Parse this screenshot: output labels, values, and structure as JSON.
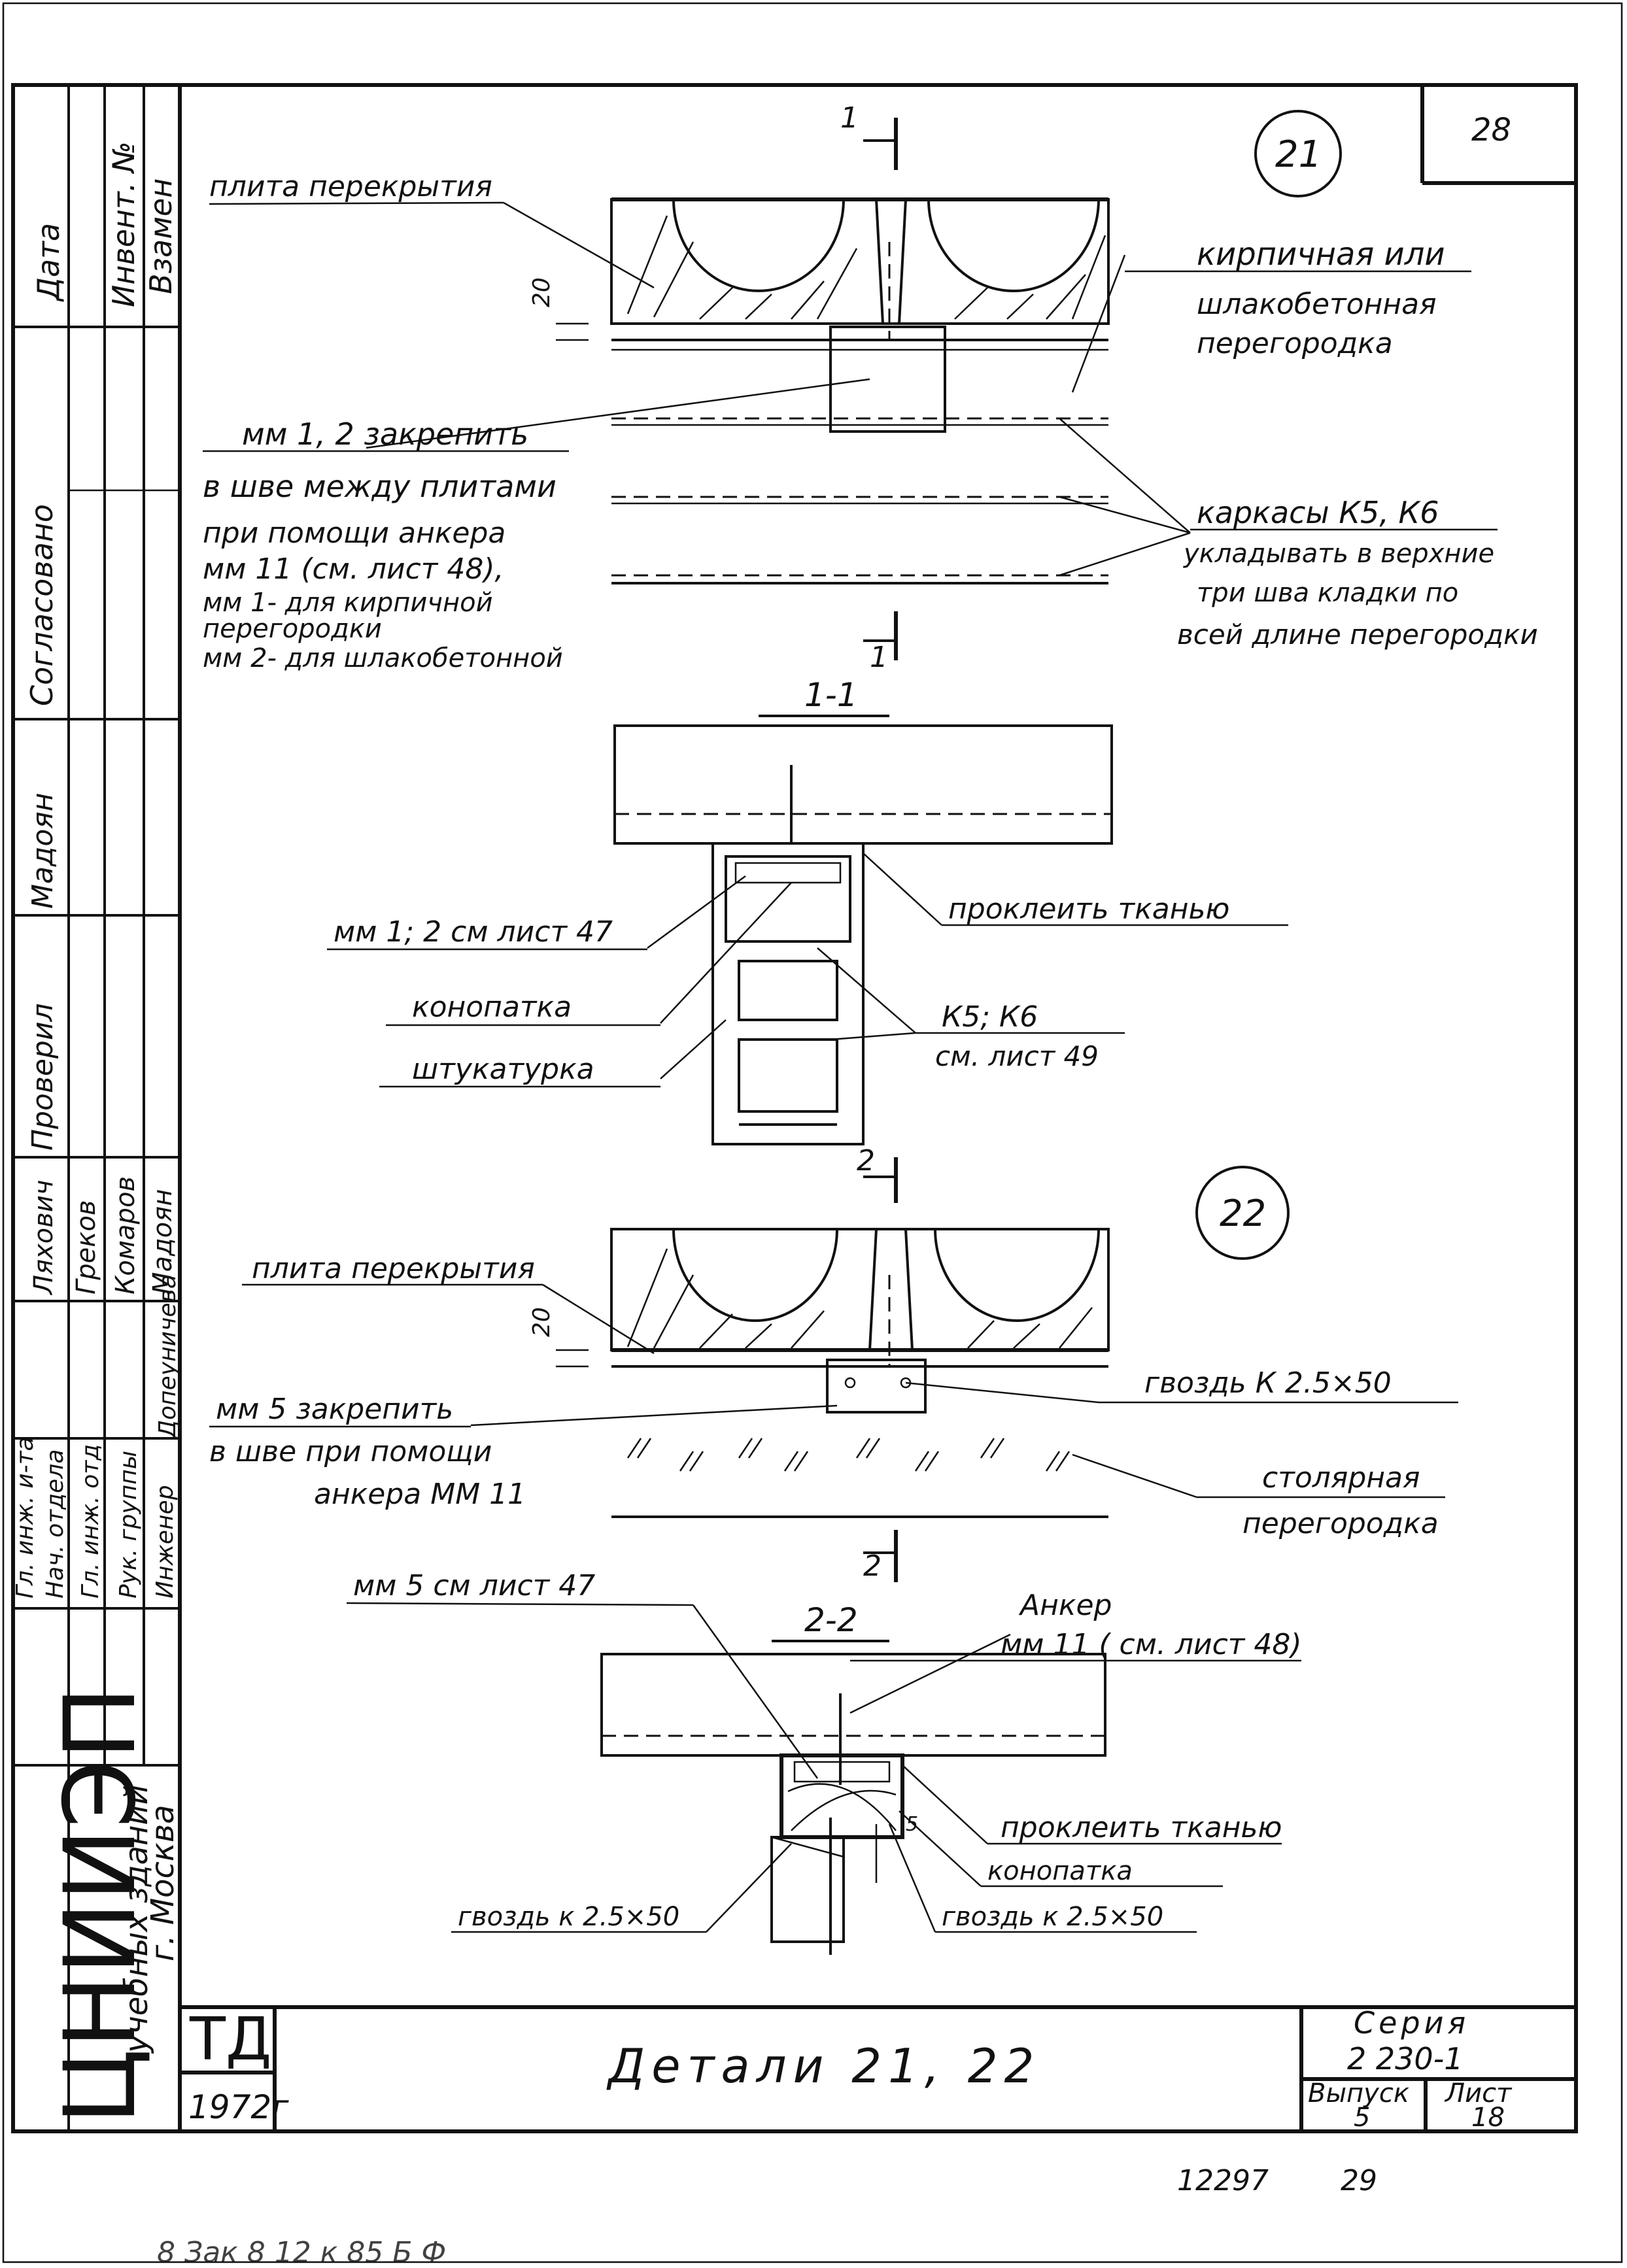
{
  "sheet": {
    "number_top": "28",
    "series_label": "Серия",
    "series_value": "2 230-1",
    "issue_label": "Выпуск",
    "issue_value": "5",
    "sheet_label": "Лист",
    "sheet_value": "18",
    "title": "Детали 21, 22",
    "logo": "ТД",
    "year": "1972г",
    "bottom_number": "12297",
    "bottom_page": "29",
    "footer_scribble": "8  Зак 8  12 к 85  Б Ф"
  },
  "org": {
    "logo": "ЦНИИЭП",
    "name_line1": "учебных зданий",
    "name_line2": "г. Москва"
  },
  "side_stamp": {
    "date": "Дата",
    "inventory": "Инвент. №",
    "instead": "Взамен",
    "agreed": "Согласовано",
    "names": {
      "madoyan": "Мадоян",
      "checked": "Проверил",
      "lyakhovich": "Ляхович",
      "grekov": "Греков",
      "komarov": "Комаров",
      "madoyan2": "Мадоян",
      "dopeunicheva": "Допеуничева"
    },
    "roles": [
      "Гл. инж. и-та",
      "Нач. отдела",
      "Гл. инж. отд",
      "Рук. группы",
      "Инженер"
    ]
  },
  "detail21": {
    "marker": "21",
    "section_mark": "1",
    "dim": "20",
    "label_slab": "плита перекрытия",
    "label_partition_1": "кирпичная или",
    "label_partition_2": "шлакобетонная",
    "label_partition_3": "перегородка",
    "label_mm_1": "мм 1, 2 закрепить",
    "label_mm_2": "в шве между плитами",
    "label_mm_3": "при помощи анкера",
    "label_mm_4": "мм 11 (см. лист 48),",
    "label_mm_5": "мм 1- для кирпичной",
    "label_mm_6": "перегородки",
    "label_mm_7": "мм 2- для шлакобетонной",
    "label_frames_1": "каркасы К5, К6",
    "label_frames_2": "укладывать в верхние",
    "label_frames_3": "три шва кладки по",
    "label_frames_4": "всей длине перегородки"
  },
  "section11": {
    "title": "1-1",
    "label_mm": "мм 1; 2 см лист 47",
    "label_glue": "проклеить тканью",
    "label_caulk": "конопатка",
    "label_k": "К5; К6",
    "label_see": "см. лист 49",
    "label_plaster": "штукатурка"
  },
  "detail22": {
    "marker": "22",
    "section_mark": "2",
    "dim": "20",
    "label_slab": "плита перекрытия",
    "label_nail": "гвоздь К 2.5×50",
    "label_mm_1": "мм 5 закрепить",
    "label_mm_2": "в шве при помощи",
    "label_mm_3": "анкера ММ 11",
    "label_join_1": "столярная",
    "label_join_2": "перегородка"
  },
  "section22": {
    "title": "2-2",
    "label_mm": "мм 5 см лист 47",
    "label_anchor_1": "Анкер",
    "label_anchor_2": "мм 11 ( см. лист 48)",
    "label_glue": "проклеить тканью",
    "label_caulk": "конопатка",
    "label_nail_left": "гвоздь к 2.5×50",
    "label_nail_right": "гвоздь к 2.5×50",
    "dim": "5"
  }
}
